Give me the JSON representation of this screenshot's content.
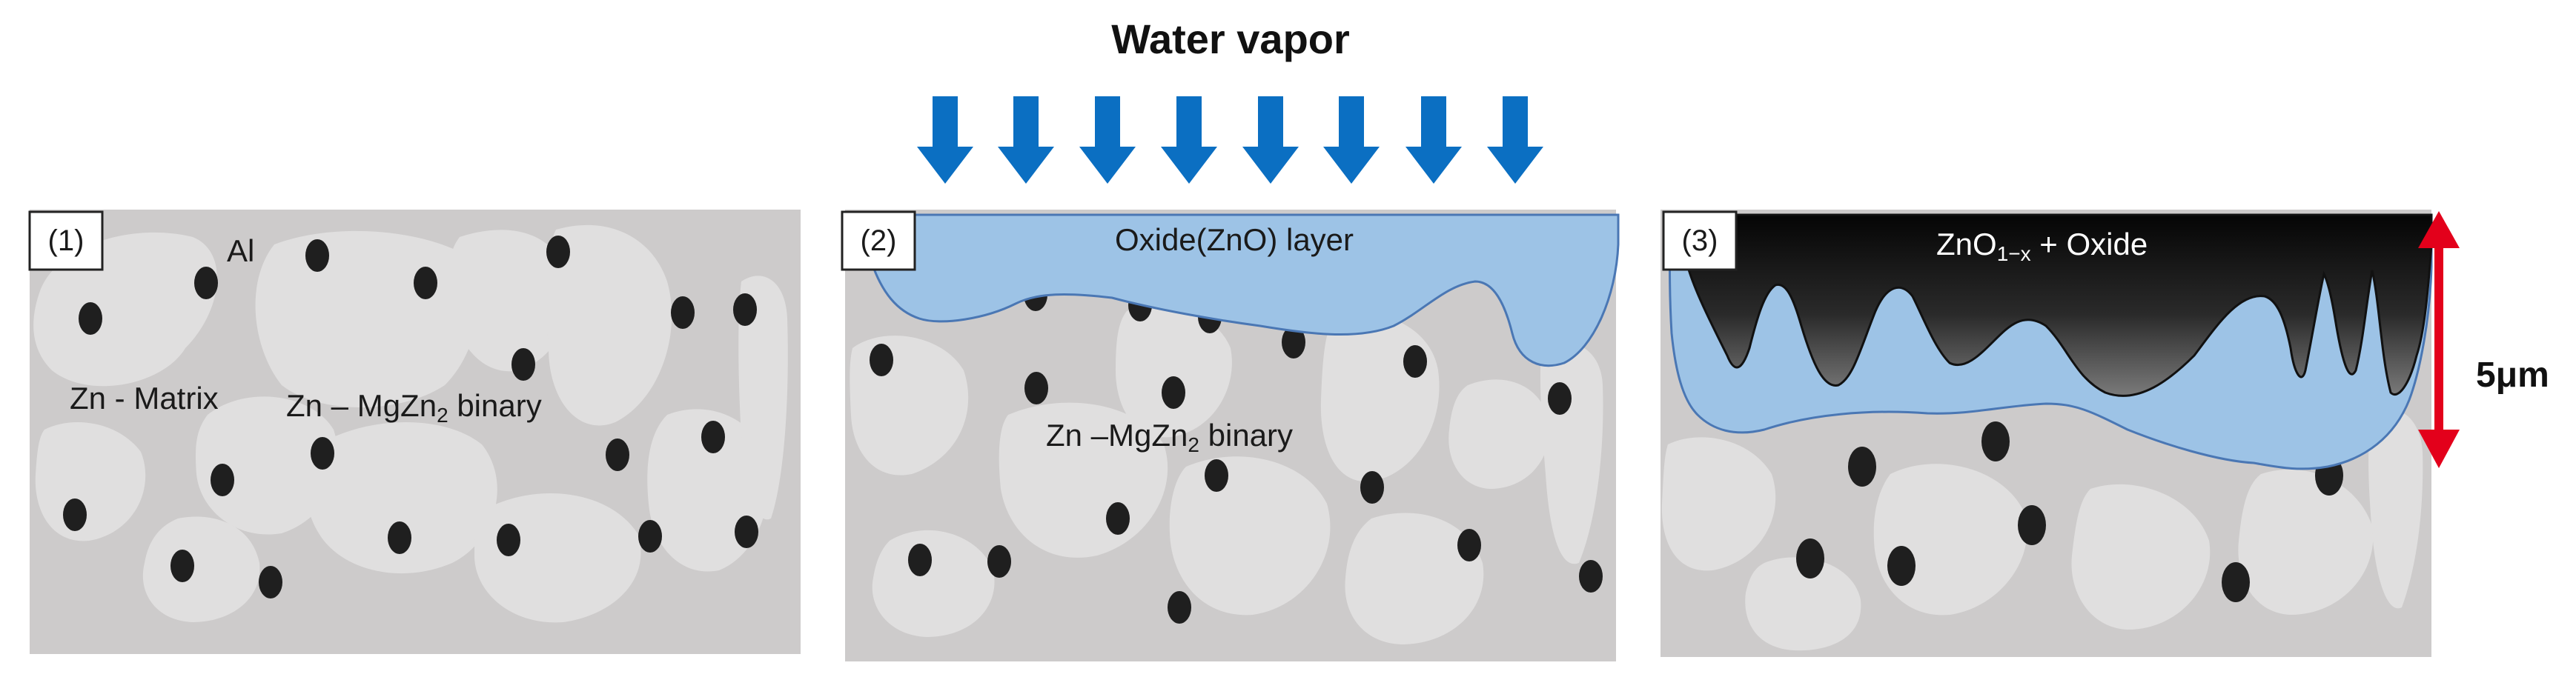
{
  "title": "Water vapor",
  "scale_label": "5μm",
  "panels": {
    "p1": {
      "number": "(1)",
      "label_al": "Al",
      "label_matrix": "Zn - Matrix",
      "label_binary_pre": "Zn – MgZn",
      "label_binary_sub": "2",
      "label_binary_post": " binary"
    },
    "p2": {
      "number": "(2)",
      "label_oxide": "Oxide(ZnO) layer",
      "label_binary_pre": "Zn –MgZn",
      "label_binary_sub": "2",
      "label_binary_post": " binary"
    },
    "p3": {
      "number": "(3)",
      "label_oxide_pre": "ZnO",
      "label_oxide_sub": "1−x",
      "label_oxide_post": " + Oxide"
    }
  },
  "colors": {
    "substrate": "#cdcbcb",
    "grain": "#e0dfdf",
    "particle": "#1f1f1f",
    "oxide": "#9dc3e6",
    "oxide_edge": "#4a77b4",
    "arrow": "#0b6fc2",
    "scale_arrow": "#e3001b"
  },
  "icons": {
    "vapor_arrow": "down-arrow-icon",
    "scale_arrow": "double-arrow-icon"
  }
}
